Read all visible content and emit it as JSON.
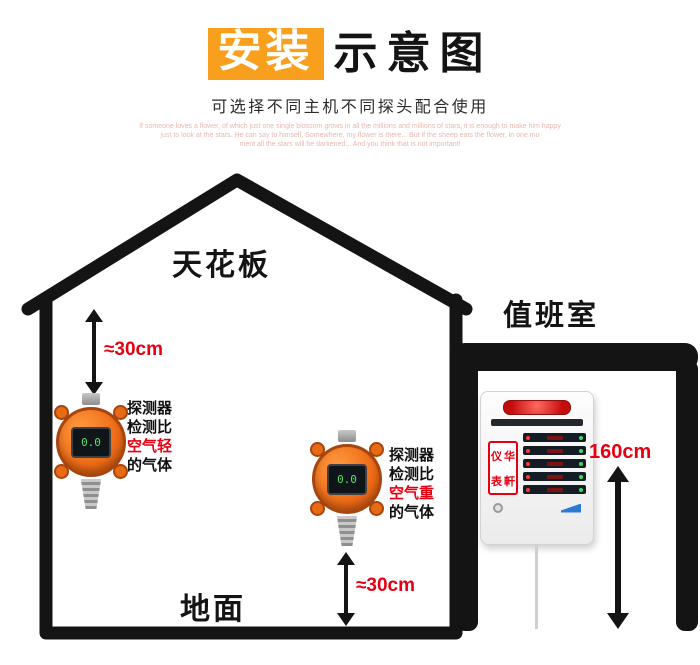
{
  "header": {
    "title_highlight": "安装",
    "title_rest": "示意图",
    "subtitle": "可选择不同主机不同探头配合使用",
    "decorative_lines": [
      "If someone loves a flower, of which just one single blossom grows in all the millions and millions of stars, it is enough to make him happy",
      "just to look at the stars. He can say to himself, Somewhere, my flower is there... But if the sheep eats the flower, in one mo",
      "ment all the stars will be darkened... And you think that is not important!"
    ]
  },
  "house": {
    "ceiling_label": "天花板",
    "floor_label": "地面"
  },
  "light_gas_detector": {
    "distance_label": "≈30cm",
    "screen_value": "0.0",
    "desc_line1": "探测器",
    "desc_line2": "检测比",
    "desc_highlight": "空气轻",
    "desc_line4": "的气体"
  },
  "heavy_gas_detector": {
    "distance_label": "≈30cm",
    "screen_value": "0.0",
    "desc_line1": "探测器",
    "desc_line2": "检测比",
    "desc_highlight": "空气重",
    "desc_line4": "的气体"
  },
  "duty_room": {
    "label": "值班室",
    "height_label": "160cm",
    "controller_brand_chars": [
      "仪",
      "华",
      "表",
      "軒"
    ]
  },
  "colors": {
    "accent_orange": "#F8A01D",
    "highlight_red": "#E60012",
    "outline_black": "#141414",
    "detector_orange": "#ED6A16"
  }
}
